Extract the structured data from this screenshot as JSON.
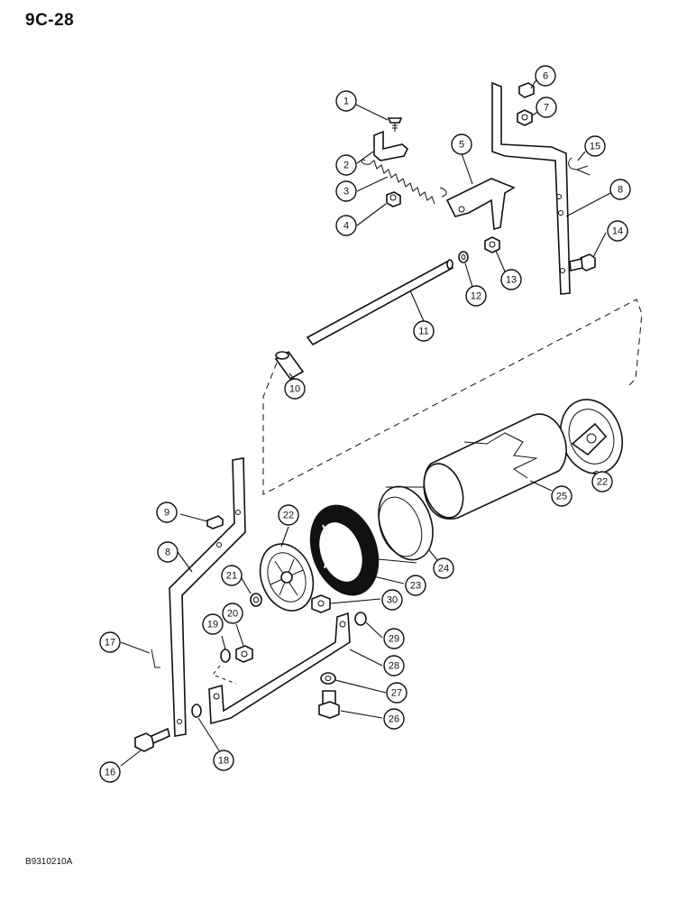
{
  "header": {
    "page_id": "9C-28"
  },
  "footer": {
    "figure_code": "B9310210A"
  },
  "callouts": [
    {
      "label": "1"
    },
    {
      "label": "2"
    },
    {
      "label": "3"
    },
    {
      "label": "4"
    },
    {
      "label": "5"
    },
    {
      "label": "6"
    },
    {
      "label": "7"
    },
    {
      "label": "8"
    },
    {
      "label": "15"
    },
    {
      "label": "14"
    },
    {
      "label": "13"
    },
    {
      "label": "12"
    },
    {
      "label": "11"
    },
    {
      "label": "10"
    },
    {
      "label": "22"
    },
    {
      "label": "25"
    },
    {
      "label": "9"
    },
    {
      "label": "8"
    },
    {
      "label": "22"
    },
    {
      "label": "21"
    },
    {
      "label": "23"
    },
    {
      "label": "24"
    },
    {
      "label": "20"
    },
    {
      "label": "19"
    },
    {
      "label": "30"
    },
    {
      "label": "17"
    },
    {
      "label": "29"
    },
    {
      "label": "28"
    },
    {
      "label": "27"
    },
    {
      "label": "26"
    },
    {
      "label": "16"
    },
    {
      "label": "18"
    }
  ]
}
